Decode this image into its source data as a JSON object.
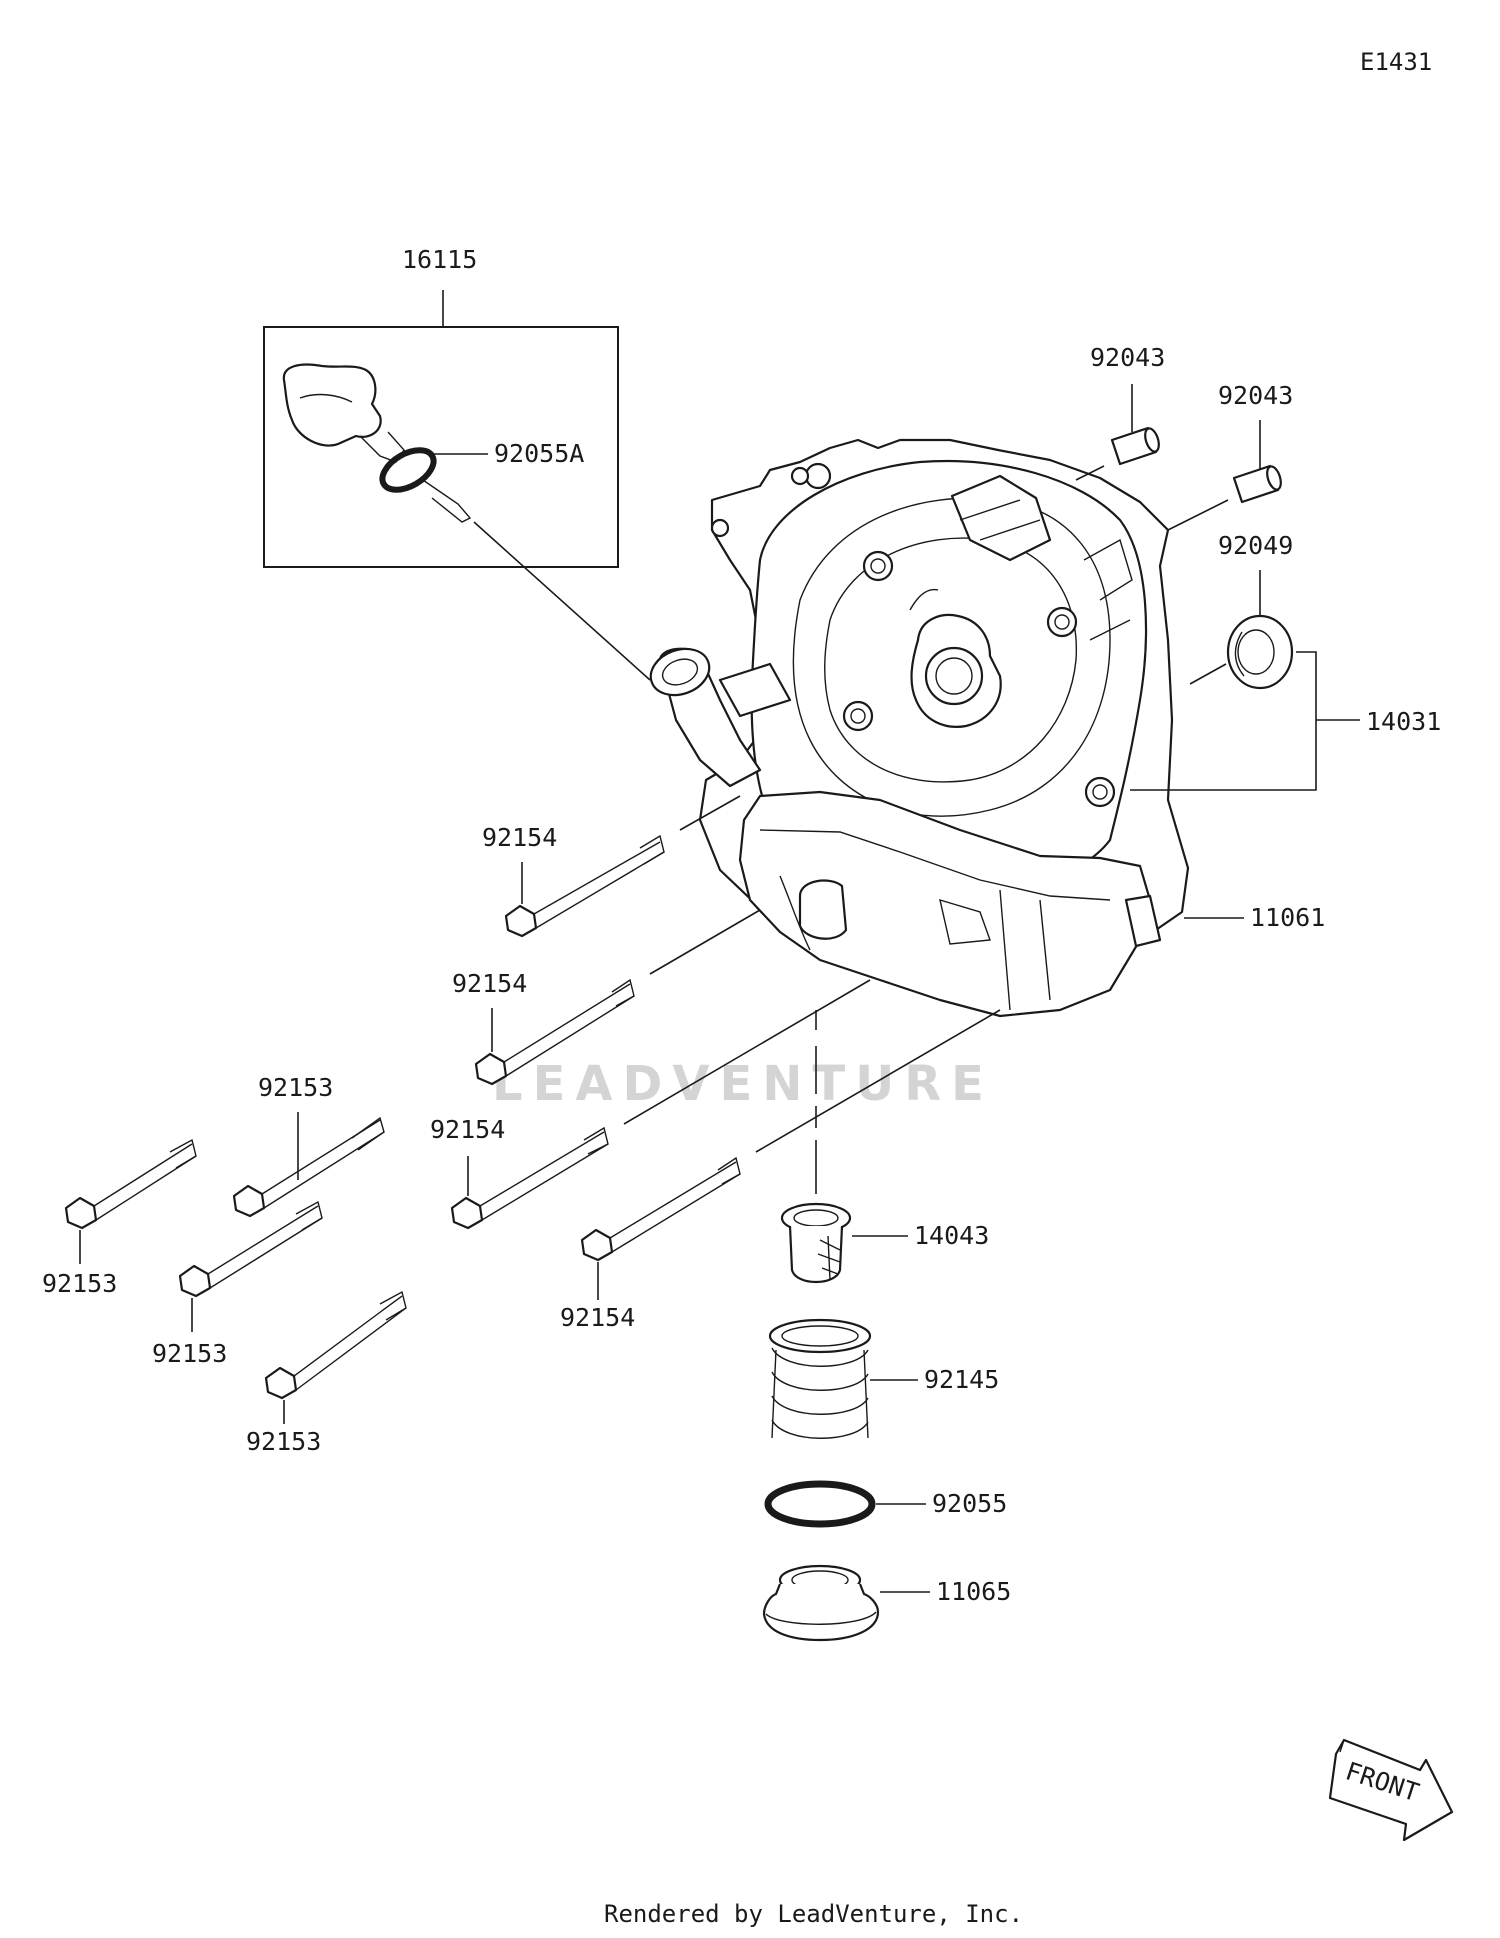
{
  "diagram_code": "E1431",
  "footer": "Rendered by LeadVenture, Inc.",
  "watermark": "LEADVENTURE",
  "front_arrow": "FRONT",
  "parts": {
    "oil_filler_cap_assy": "16115",
    "o_ring_a": "92055A",
    "dowel_pin_1": "92043",
    "dowel_pin_2": "92043",
    "oil_seal": "92049",
    "bearing_assy": "14031",
    "crankcase_cover": "11061",
    "bolt_92154_a": "92154",
    "bolt_92154_b": "92154",
    "bolt_92154_c": "92154",
    "bolt_92154_d": "92154",
    "bolt_92153_a": "92153",
    "bolt_92153_b": "92153",
    "bolt_92153_c": "92153",
    "bolt_92153_d": "92153",
    "oil_strainer": "14043",
    "spring": "92145",
    "o_ring": "92055",
    "drain_plug": "11065"
  }
}
